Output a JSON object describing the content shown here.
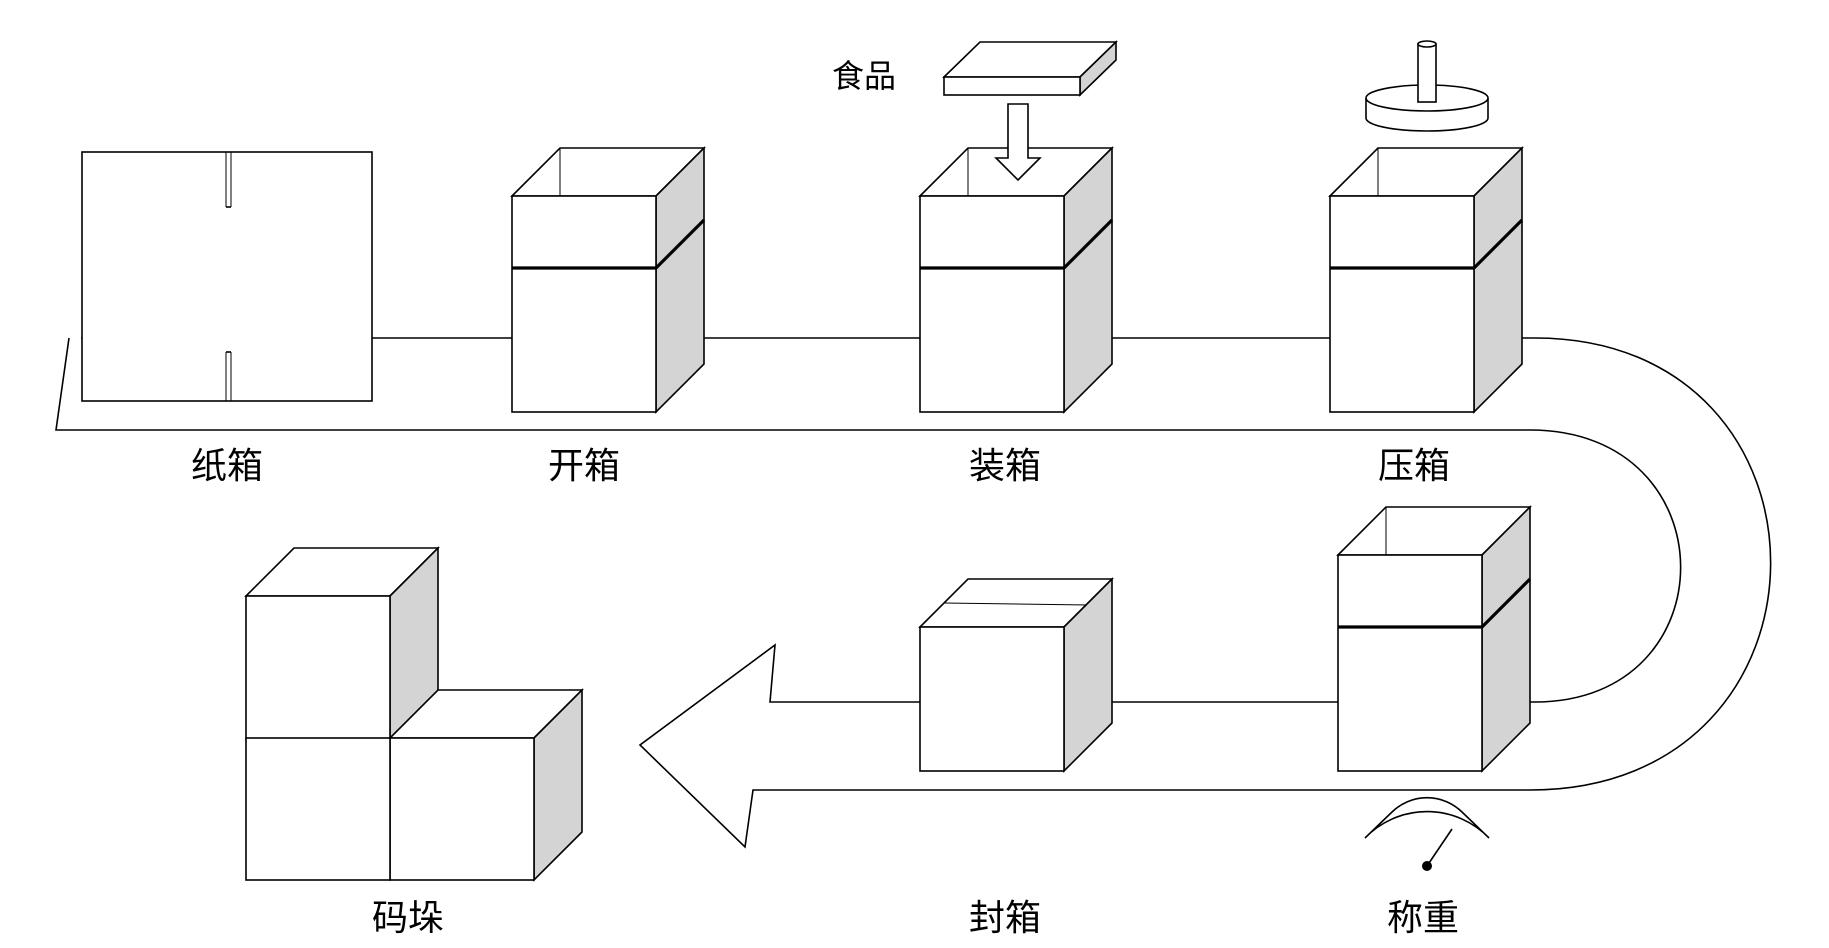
{
  "diagram": {
    "food_label": "食品",
    "steps": [
      {
        "id": "carton",
        "label": "纸箱"
      },
      {
        "id": "open",
        "label": "开箱"
      },
      {
        "id": "pack",
        "label": "装箱"
      },
      {
        "id": "press",
        "label": "压箱"
      },
      {
        "id": "weigh",
        "label": "称重"
      },
      {
        "id": "seal",
        "label": "封箱"
      },
      {
        "id": "stack",
        "label": "码垛"
      }
    ]
  },
  "colors": {
    "stroke": "#000000",
    "side_face": "#d4d4d4",
    "background": "#ffffff"
  }
}
